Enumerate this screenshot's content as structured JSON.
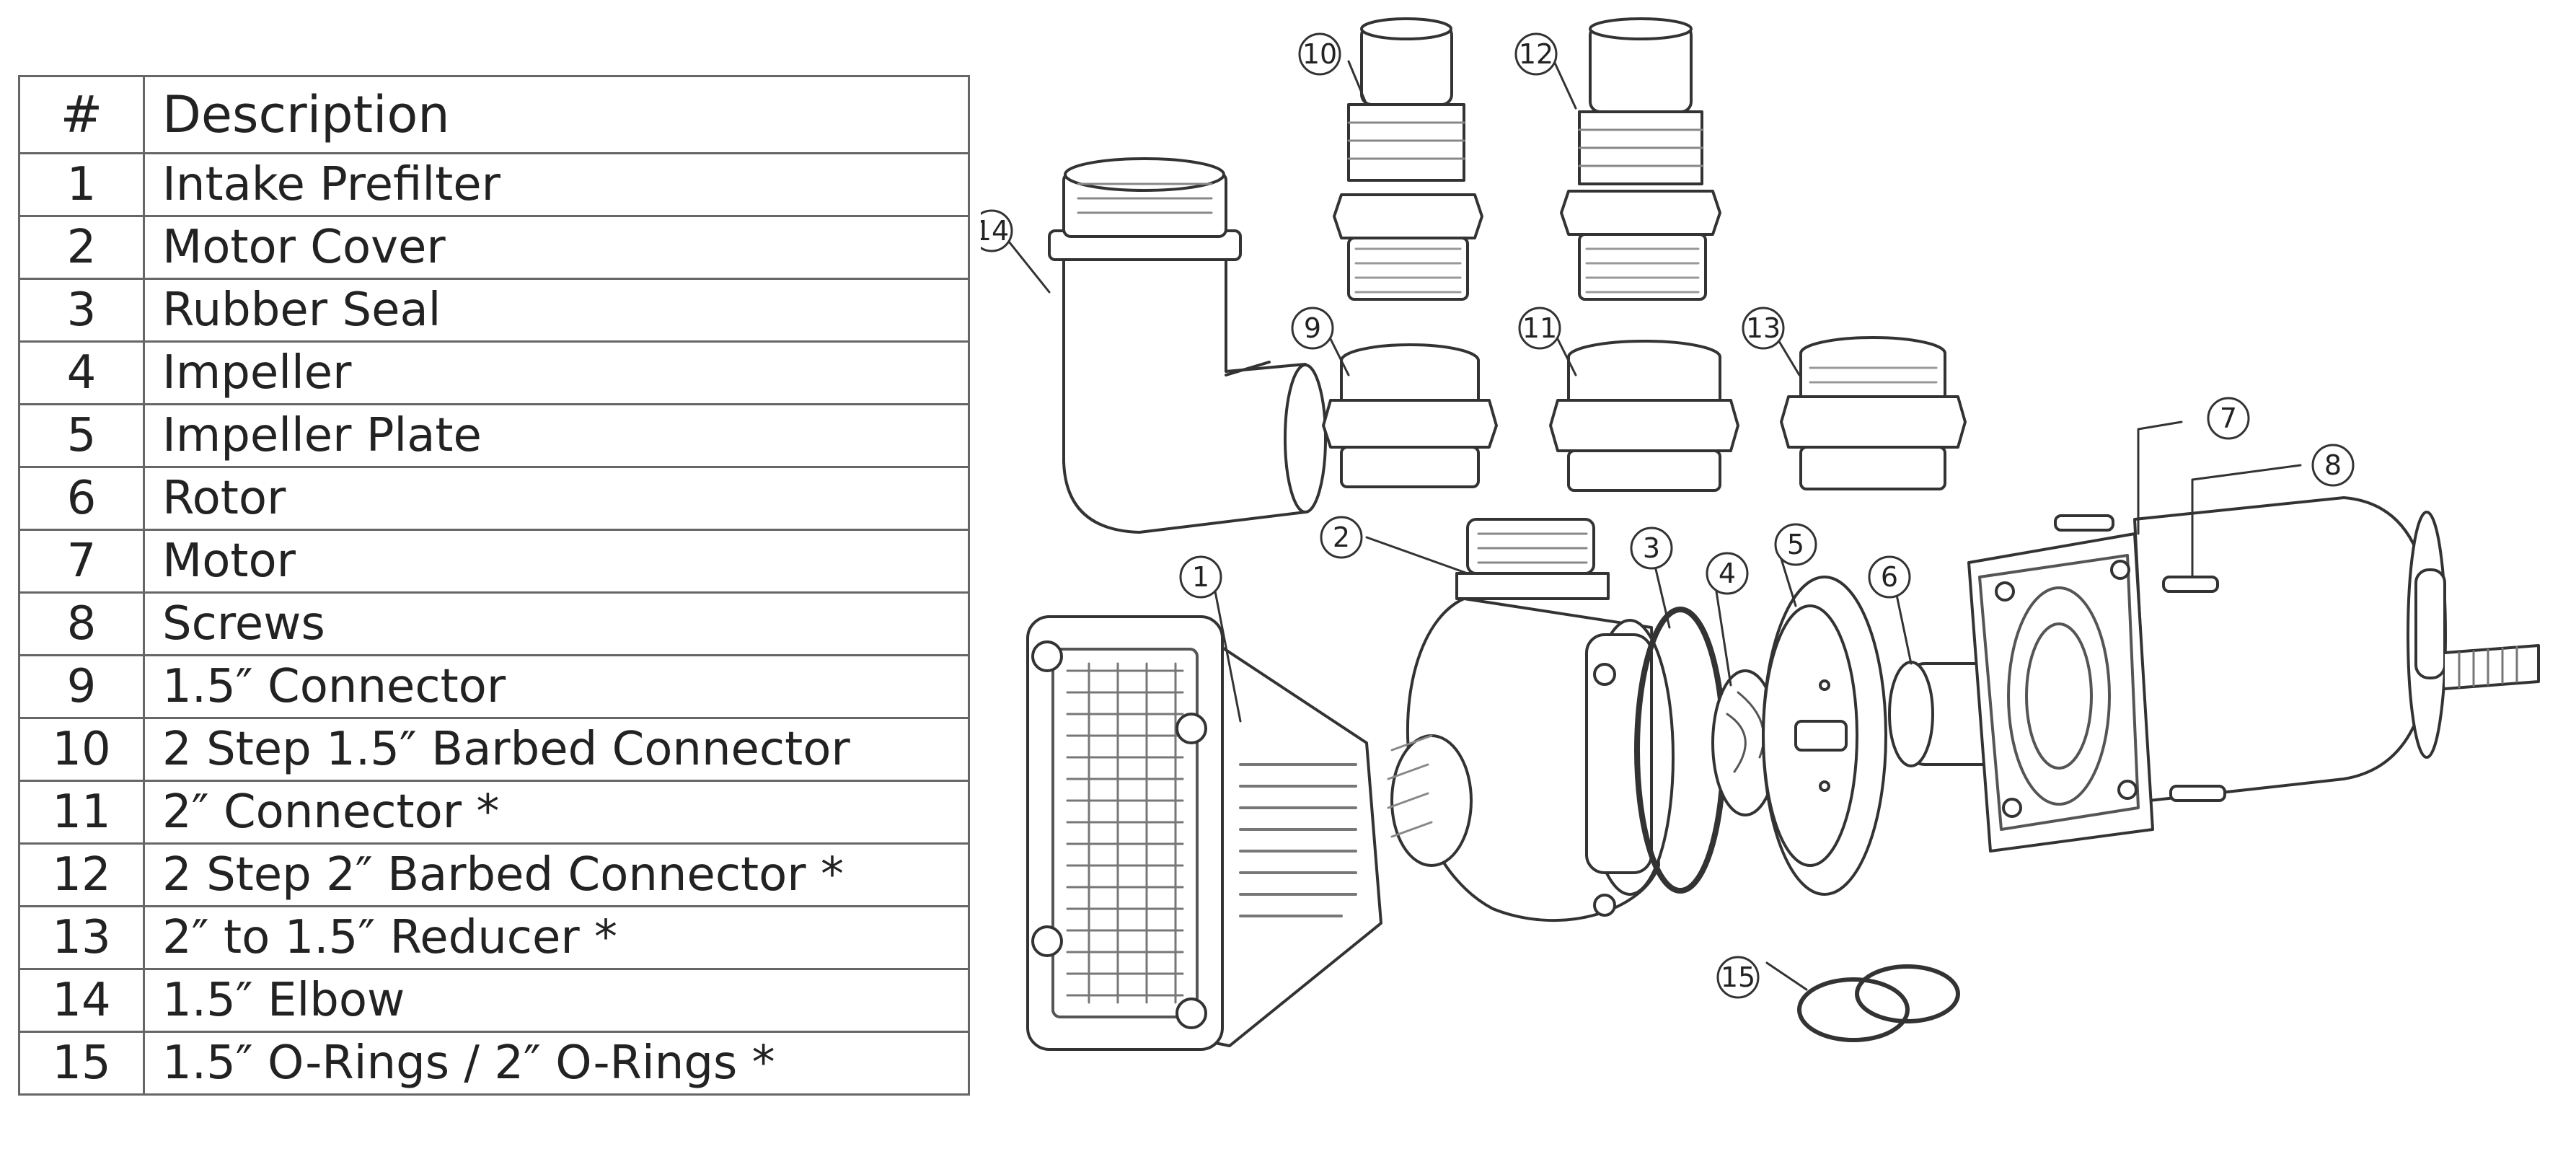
{
  "table": {
    "headers": {
      "num": "#",
      "desc": "Description"
    },
    "rows": [
      {
        "num": "1",
        "desc": "Intake Prefilter"
      },
      {
        "num": "2",
        "desc": "Motor Cover"
      },
      {
        "num": "3",
        "desc": "Rubber Seal"
      },
      {
        "num": "4",
        "desc": "Impeller"
      },
      {
        "num": "5",
        "desc": "Impeller Plate"
      },
      {
        "num": "6",
        "desc": "Rotor"
      },
      {
        "num": "7",
        "desc": "Motor"
      },
      {
        "num": "8",
        "desc": "Screws"
      },
      {
        "num": "9",
        "desc": "1.5″ Connector"
      },
      {
        "num": "10",
        "desc": "2 Step 1.5″ Barbed Connector"
      },
      {
        "num": "11",
        "desc": "2″ Connector *"
      },
      {
        "num": "12",
        "desc": "2 Step 2″ Barbed Connector *"
      },
      {
        "num": "13",
        "desc": "2″ to 1.5″ Reducer *"
      },
      {
        "num": "14",
        "desc": "1.5″ Elbow"
      },
      {
        "num": "15",
        "desc": "1.5″ O-Rings  /   2″ O-Rings *"
      }
    ]
  },
  "diagram": {
    "callouts": [
      "1",
      "2",
      "3",
      "4",
      "5",
      "6",
      "7",
      "8",
      "9",
      "10",
      "11",
      "12",
      "13",
      "14",
      "15"
    ]
  }
}
